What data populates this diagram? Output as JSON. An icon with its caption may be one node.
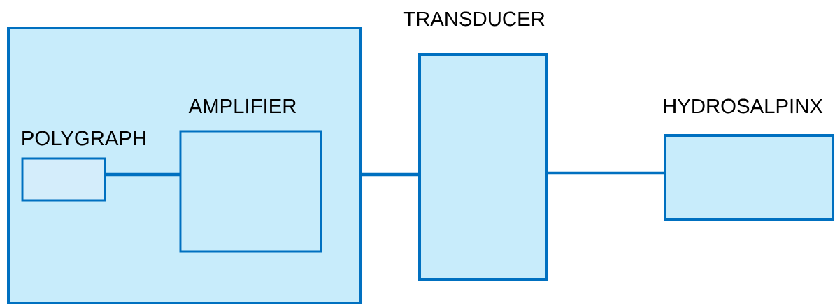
{
  "diagram": {
    "nodes": [
      {
        "text": [],
        "shape": "box"
      },
      {
        "text": [
          "POLYGRAPH"
        ],
        "in": 0
      },
      {
        "text": [
          "AMPLIFIER"
        ],
        "in": 0
      },
      {
        "text": [
          "TRANSDUCER"
        ]
      },
      {
        "text": [
          "HYDROSALPINX"
        ]
      }
    ],
    "edges": [
      {
        "from": 1,
        "to": 2,
        "arrow": "none"
      },
      {
        "from": 0,
        "to": 3,
        "arrow": "none"
      },
      {
        "from": 3,
        "to": 4,
        "arrow": "none"
      }
    ]
  }
}
